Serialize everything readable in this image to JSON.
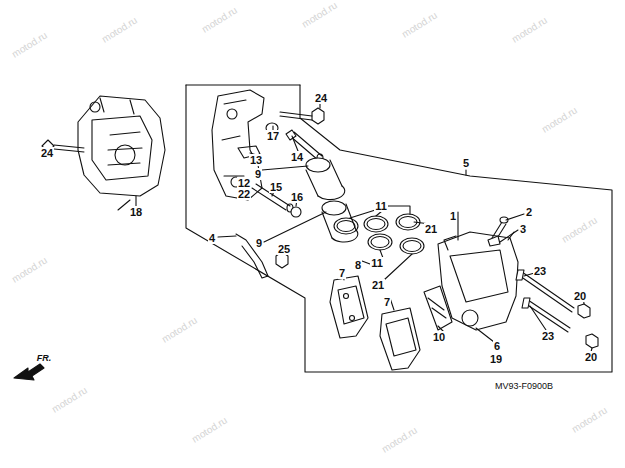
{
  "diagram": {
    "labels": [
      "24",
      "24",
      "17",
      "13",
      "14",
      "12",
      "22",
      "15",
      "16",
      "9",
      "9",
      "5",
      "11",
      "1",
      "2",
      "3",
      "21",
      "11",
      "21",
      "18",
      "4",
      "25",
      "8",
      "7",
      "7",
      "23",
      "23",
      "20",
      "20",
      "10",
      "6",
      "19",
      "FR.",
      "MV93-F0900B",
      "motod.ru",
      "motod.ru",
      "motod.ru",
      "motod.ru",
      "motod.ru",
      "motod.ru",
      "motod.ru",
      "motod.ru",
      "motod.ru",
      "motod.ru",
      "motod.ru",
      "motod.ru",
      "motod.ru",
      "motod.ru"
    ]
  }
}
